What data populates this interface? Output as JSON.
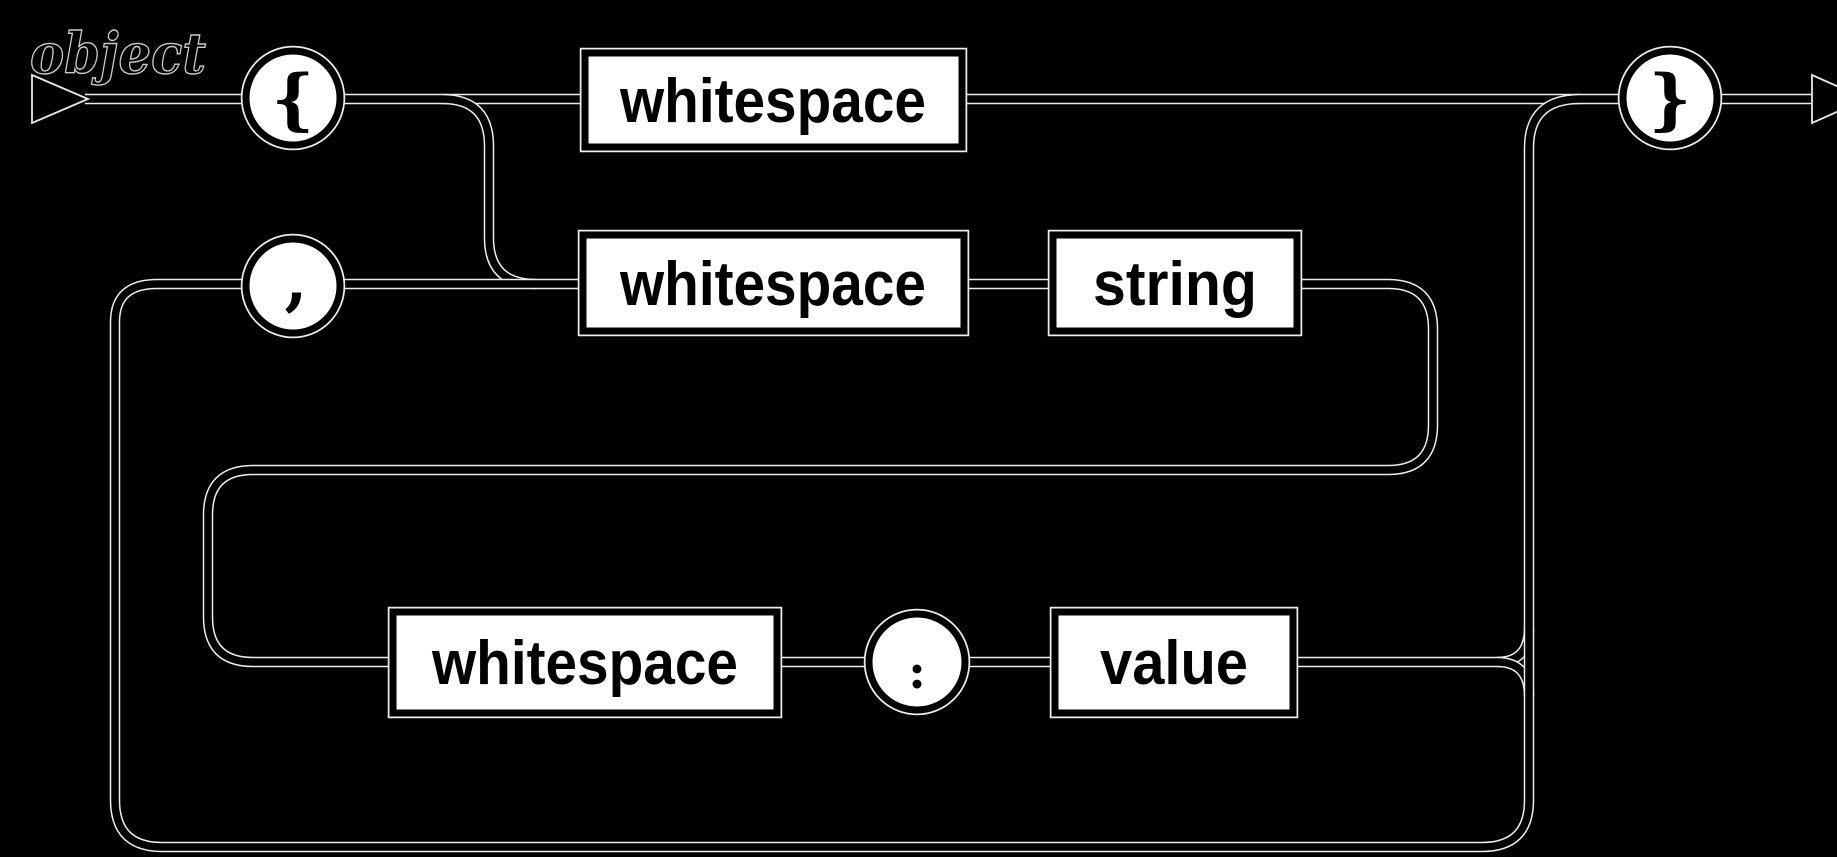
{
  "diagram": {
    "title": "object",
    "colors": {
      "background": "#000000",
      "rail_core": "#000000",
      "rail_casing": "#ededed",
      "node_fill": "#ffffff",
      "node_border": "#000000",
      "label_text": "#000000"
    },
    "nodes": {
      "open_brace": "{",
      "close_brace": "}",
      "comma": ",",
      "colon": ":",
      "whitespace_top": "whitespace",
      "whitespace_middle": "whitespace",
      "string": "string",
      "whitespace_bottom": "whitespace",
      "value": "value"
    }
  }
}
